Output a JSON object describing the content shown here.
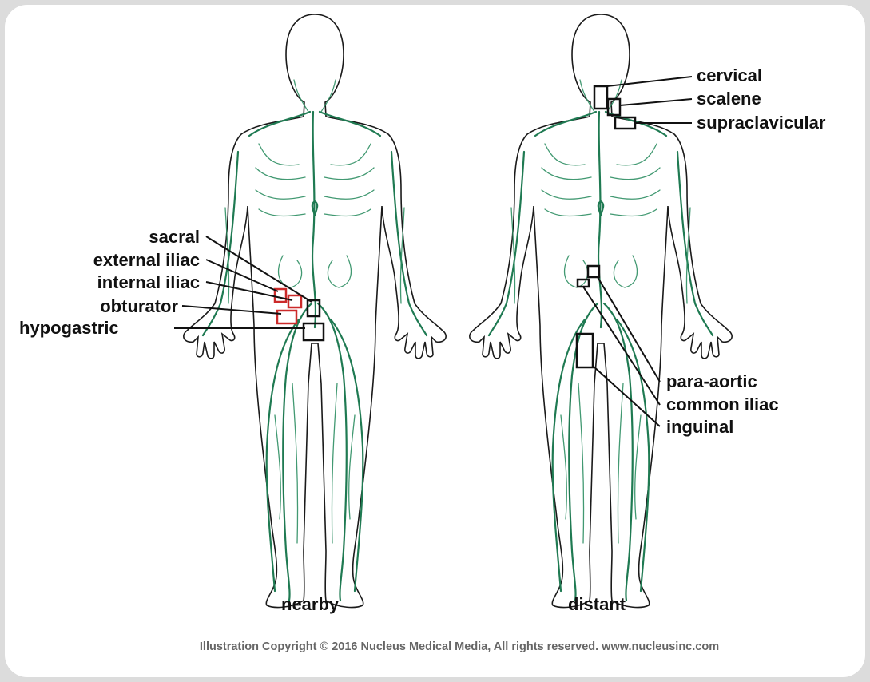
{
  "figure": {
    "labels": {
      "nearby": {
        "caption": "nearby",
        "sacral": "sacral",
        "external_iliac": "external iliac",
        "internal_iliac": "internal iliac",
        "obturator": "obturator",
        "hypogastric": "hypogastric"
      },
      "distant": {
        "caption": "distant",
        "cervical": "cervical",
        "scalene": "scalene",
        "supraclavicular": "supraclavicular",
        "para_aortic": "para-aortic",
        "common_iliac": "common iliac",
        "inguinal": "inguinal"
      }
    },
    "copyright": "Illustration Copyright © 2016 Nucleus Medical Media, All rights reserved. www.nucleusinc.com"
  },
  "colors": {
    "outline": "#1a1a1a",
    "lymph": "#1f7a52",
    "highlight": "#cc2a2a",
    "background": "#ffffff"
  }
}
